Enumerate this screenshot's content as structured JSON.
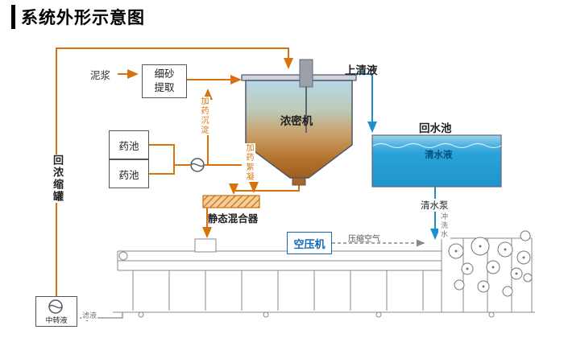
{
  "title": "系统外形示意图",
  "labels": {
    "mud": "泥浆",
    "sand_extraction": "细砂提取",
    "thickener": "浓密机",
    "supernatant": "上清液",
    "return_pool": "回水池",
    "clear_water": "清水液",
    "clear_water_pump": "清水泵",
    "flush_water": "冲洗水",
    "chem_tank": "药池",
    "dosing_sedimentation": "加药沉淀",
    "dosing_flocculation": "加药絮凝",
    "static_mixer": "静态混合器",
    "air_compressor": "空压机",
    "compressed_air": "压缩空气",
    "return_concentrate_tank": "回浓缩罐",
    "transfer_liquid": "中转液",
    "filtrate": "滤液"
  },
  "colors": {
    "flow_line_orange": "#d8720d",
    "water_line_blue": "#1e8fce",
    "pool_fill_blue": "#2aa2da",
    "compressor_blue": "#1666b8",
    "machine_gray": "#8a8a8a"
  }
}
